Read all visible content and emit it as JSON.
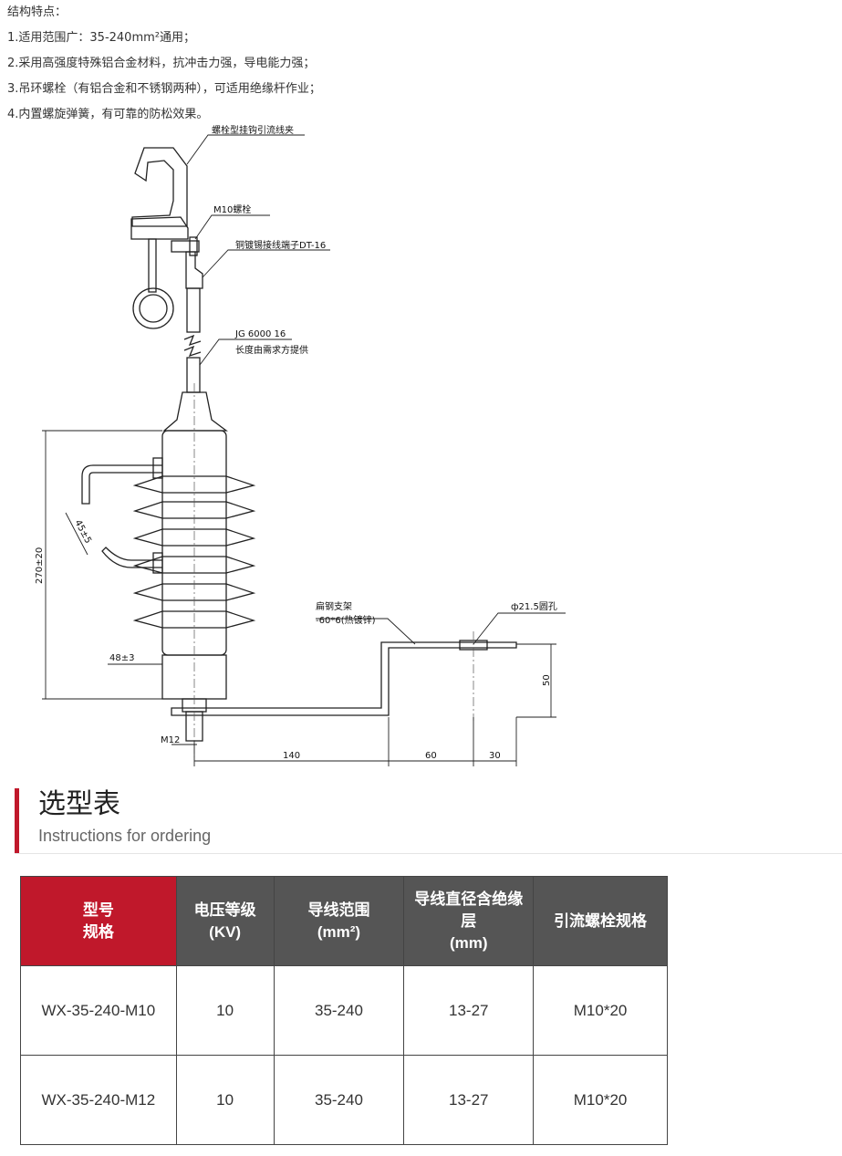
{
  "features": {
    "heading": "结构特点：",
    "items": [
      "1.适用范围广：35-240mm²通用；",
      "2.采用高强度特殊铝合金材料，抗冲击力强，导电能力强；",
      "3.吊环螺栓（有铝合金和不锈钢两种），可适用绝缘杆作业；",
      "4.内置螺旋弹簧，有可靠的防松效果。"
    ]
  },
  "drawing": {
    "label_clamp": "螺栓型挂钩引流线夹",
    "label_bolt": "M10螺栓",
    "label_terminal": "铜镀锡接线端子DT-16",
    "label_cable": "JG 6000 16",
    "label_length": "长度由需求方提供",
    "label_bracket_1": "扁钢支架",
    "label_bracket_2": "-60*6(热镀锌)",
    "label_hole": "ф21.5圆孔",
    "dim_height": "270±20",
    "dim_angle": "45±5",
    "dim_dia": "48±3",
    "dim_50": "50",
    "dim_m12": "M12",
    "dim_140": "140",
    "dim_60": "60",
    "dim_30": "30"
  },
  "section": {
    "title": "选型表",
    "subtitle": "Instructions for ordering"
  },
  "table": {
    "headers": [
      "型号\n规格",
      "电压等级\n(KV)",
      "导线范围\n(mm²)",
      "导线直径含绝缘\n层\n(mm)",
      "引流螺栓规格"
    ],
    "rows": [
      [
        "WX-35-240-M10",
        "10",
        "35-240",
        "13-27",
        "M10*20"
      ],
      [
        "WX-35-240-M12",
        "10",
        "35-240",
        "13-27",
        "M10*20"
      ]
    ]
  }
}
